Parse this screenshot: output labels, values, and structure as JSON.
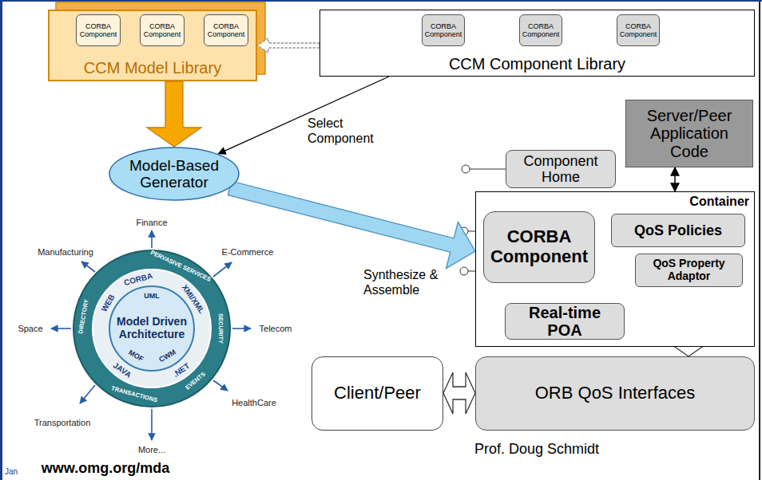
{
  "diagram": {
    "nodes": [
      {
        "text": [
          "CCM Model Library"
        ]
      },
      {
        "text": [
          "CORBA Component"
        ],
        "in": 0
      },
      {
        "text": [
          "CORBA Component"
        ],
        "in": 0
      },
      {
        "text": [
          "CORBA Component"
        ],
        "in": 0
      },
      {
        "text": [
          "CCM Component Library"
        ]
      },
      {
        "text": [
          "CORBA Component"
        ],
        "in": 4
      },
      {
        "text": [
          "CORBA Component"
        ],
        "in": 4
      },
      {
        "text": [
          "CORBA Component"
        ],
        "in": 4
      },
      {
        "text": [
          "Model-Based Generator"
        ]
      },
      {
        "text": [
          "Server/Peer Application Code"
        ]
      },
      {
        "text": [
          "Component Home"
        ]
      },
      {
        "text": [
          "Container"
        ]
      },
      {
        "text": [
          "CORBA Component"
        ],
        "in": 11
      },
      {
        "text": [
          "QoS Policies"
        ],
        "in": 11
      },
      {
        "text": [
          "QoS Property Adaptor"
        ],
        "in": 11
      },
      {
        "text": [
          "Real-time POA"
        ],
        "in": 11
      },
      {
        "text": [
          "Model Driven Architecture"
        ]
      },
      {
        "text": [
          "Client/Peer"
        ]
      },
      {
        "text": [
          "ORB QoS Interfaces"
        ]
      }
    ],
    "edges": [
      {
        "from": 4,
        "to": 0,
        "arrow": "to"
      },
      {
        "from": 0,
        "to": 8,
        "arrow": "to"
      },
      {
        "from": 4,
        "to": 8,
        "label": "Select Component",
        "arrow": "to"
      },
      {
        "from": 8,
        "to": 11,
        "label": "Synthesize & Assemble",
        "arrow": "to"
      },
      {
        "from": 9,
        "to": 11,
        "arrow": "both"
      },
      {
        "from": 12,
        "to": 14,
        "arrow": "to"
      },
      {
        "from": 14,
        "to": 18,
        "arrow": "both"
      },
      {
        "from": 17,
        "to": 18,
        "arrow": "both"
      }
    ],
    "labels": [
      "Finance",
      "Manufacturing",
      "E-Commerce",
      "PERVASIVE SERVICES",
      "CORBA",
      "UML",
      "XMI/XML",
      "Space",
      "DIRECTORY",
      "WEB",
      "SECURITY",
      "Telecom",
      "JAVA",
      ".NET",
      "CWM",
      "MOF",
      "EVENTS",
      "TRANSACTIONS",
      "Transportation",
      "HealthCare",
      "More...",
      "Jan",
      "www.omg.org/mda",
      "Prof. Doug Schmidt"
    ]
  }
}
